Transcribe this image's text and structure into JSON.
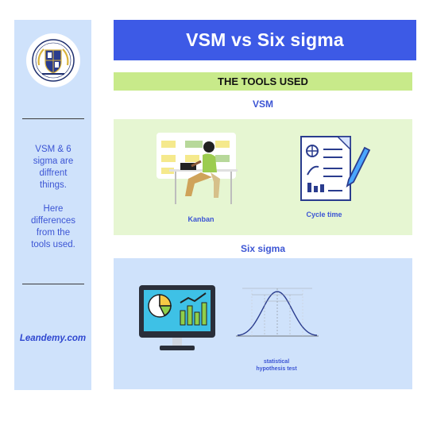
{
  "header": {
    "title": "VSM vs Six sigma"
  },
  "section": {
    "title": "THE TOOLS USED"
  },
  "vsm": {
    "heading": "VSM",
    "tools": [
      {
        "label": "Kanban",
        "icon": "kanban-icon"
      },
      {
        "label": "Cycle time",
        "icon": "cycle-time-document-icon"
      }
    ]
  },
  "six_sigma": {
    "heading": "Six sigma",
    "tools": [
      {
        "label": "",
        "icon": "analytics-monitor-icon"
      },
      {
        "label_line1": "statistical",
        "label_line2": "hypothesis test",
        "icon": "normal-distribution-icon"
      }
    ]
  },
  "sidebar": {
    "description": [
      "VSM & 6",
      "sigma are",
      "diffrent",
      "things."
    ],
    "description2": [
      "Here",
      "differences",
      "from the",
      "tools used."
    ],
    "brand": "Leandemy.com",
    "logo_icon": "shield-crest-icon"
  },
  "colors": {
    "accent_blue": "#3d5ae6",
    "green_bar": "#c8ea8a",
    "sidebar_bg": "#cfe2fb",
    "vsm_panel": "#e6f6d2",
    "text_blue": "#3c55d4"
  }
}
